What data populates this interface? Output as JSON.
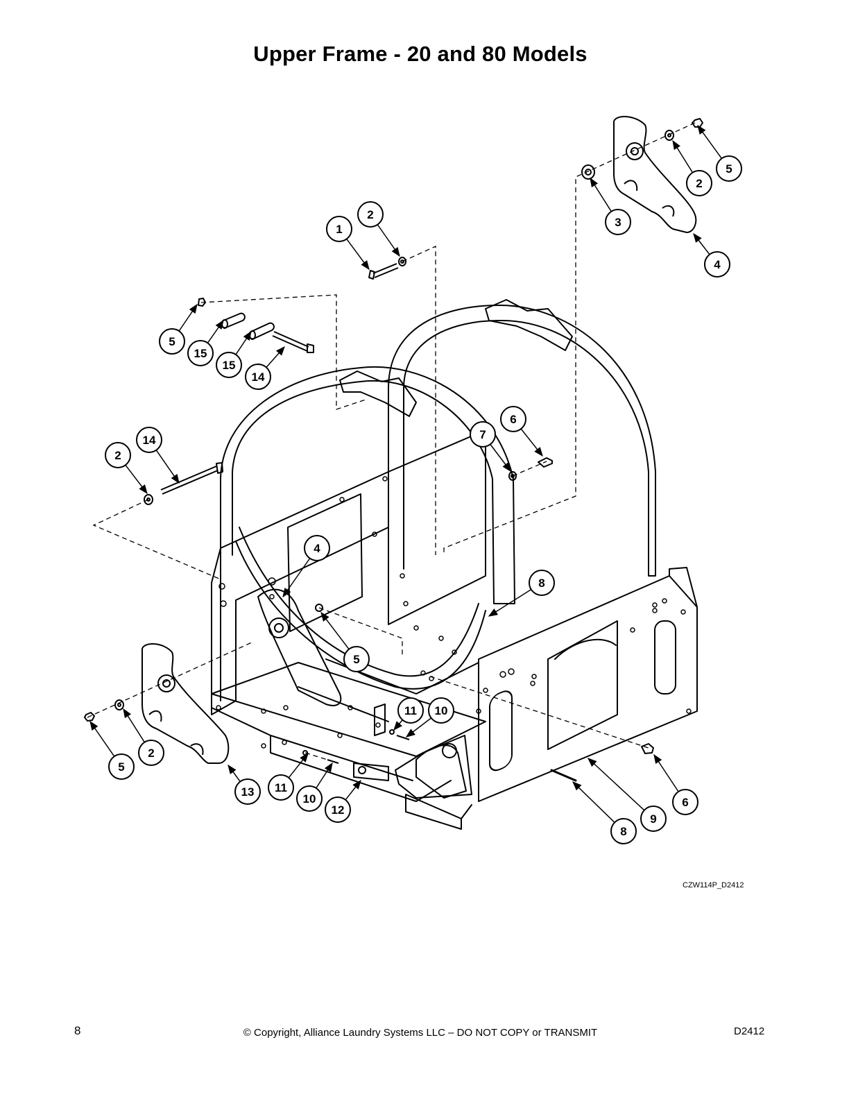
{
  "title": "Upper Frame - 20 and 80 Models",
  "drawing_code": "CZW114P_D2412",
  "footer": {
    "page_number": "8",
    "copyright": "© Copyright, Alliance Laundry Systems LLC – DO NOT COPY or TRANSMIT",
    "doc_code": "D2412"
  },
  "callouts": [
    {
      "label": "1"
    },
    {
      "label": "2"
    },
    {
      "label": "5"
    },
    {
      "label": "2"
    },
    {
      "label": "3"
    },
    {
      "label": "4"
    },
    {
      "label": "5"
    },
    {
      "label": "15"
    },
    {
      "label": "15"
    },
    {
      "label": "14"
    },
    {
      "label": "14"
    },
    {
      "label": "2"
    },
    {
      "label": "7"
    },
    {
      "label": "6"
    },
    {
      "label": "4"
    },
    {
      "label": "8"
    },
    {
      "label": "5"
    },
    {
      "label": "11"
    },
    {
      "label": "10"
    },
    {
      "label": "2"
    },
    {
      "label": "5"
    },
    {
      "label": "13"
    },
    {
      "label": "11"
    },
    {
      "label": "10"
    },
    {
      "label": "12"
    },
    {
      "label": "6"
    },
    {
      "label": "9"
    },
    {
      "label": "8"
    }
  ]
}
